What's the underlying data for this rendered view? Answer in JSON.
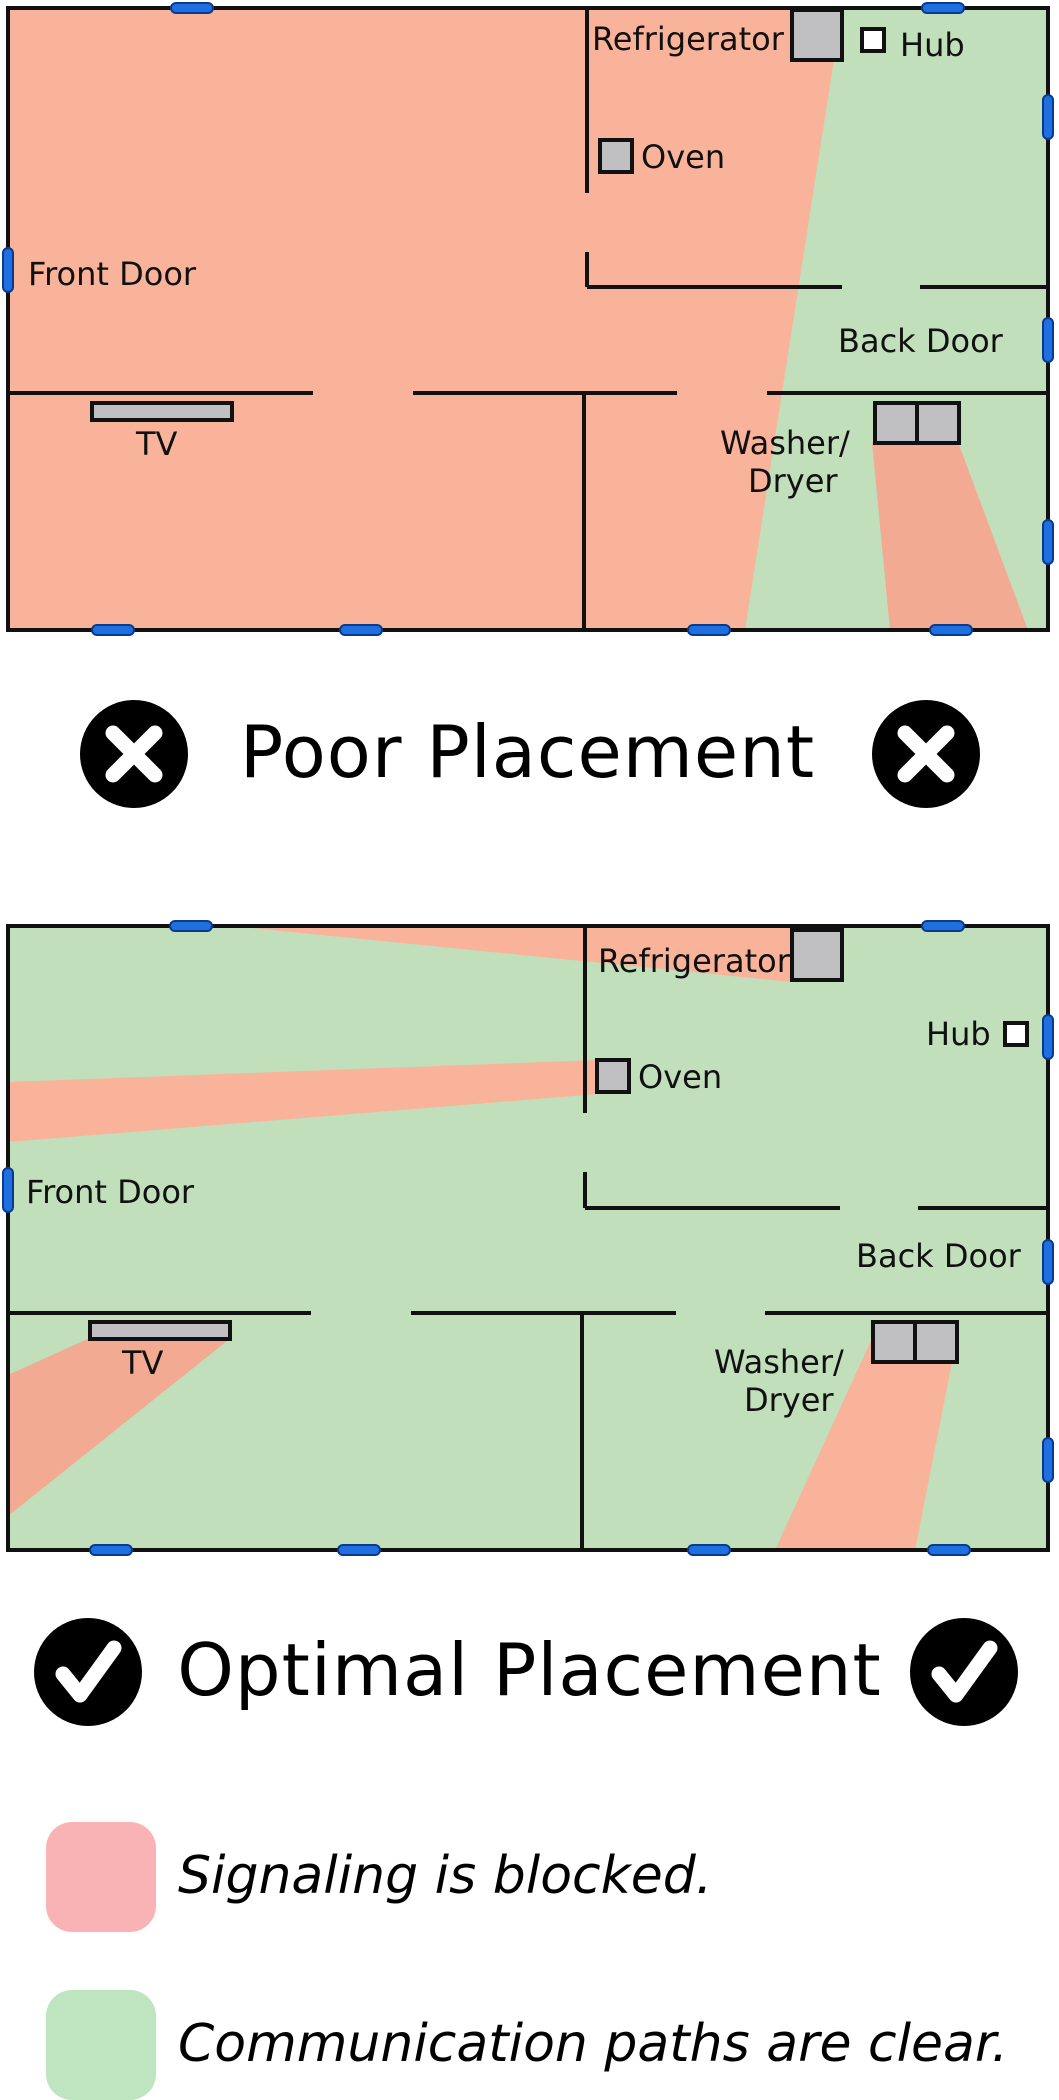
{
  "colors": {
    "blocked_zone": "#f9b39a",
    "clear_zone": "#c0dfba",
    "overlap_zone": "#f2aa92",
    "legend_blocked": "#f9b3b5",
    "legend_clear": "#bfe4c0",
    "appliance_fill": "#c0c0c2",
    "window_blue": "#1f6fe0"
  },
  "poor": {
    "heading": "Poor Placement",
    "badge_icon": "x-mark-icon",
    "labels": {
      "refrigerator": "Refrigerator",
      "hub": "Hub",
      "oven": "Oven",
      "front_door": "Front Door",
      "back_door": "Back Door",
      "tv": "TV",
      "washer_line1": "Washer/",
      "washer_line2": "Dryer"
    }
  },
  "optimal": {
    "heading": "Optimal Placement",
    "badge_icon": "check-mark-icon",
    "labels": {
      "refrigerator": "Refrigerator",
      "hub": "Hub",
      "oven": "Oven",
      "front_door": "Front Door",
      "back_door": "Back Door",
      "tv": "TV",
      "washer_line1": "Washer/",
      "washer_line2": "Dryer"
    }
  },
  "legend": {
    "blocked": "Signaling is blocked.",
    "clear": "Communication paths are clear."
  }
}
